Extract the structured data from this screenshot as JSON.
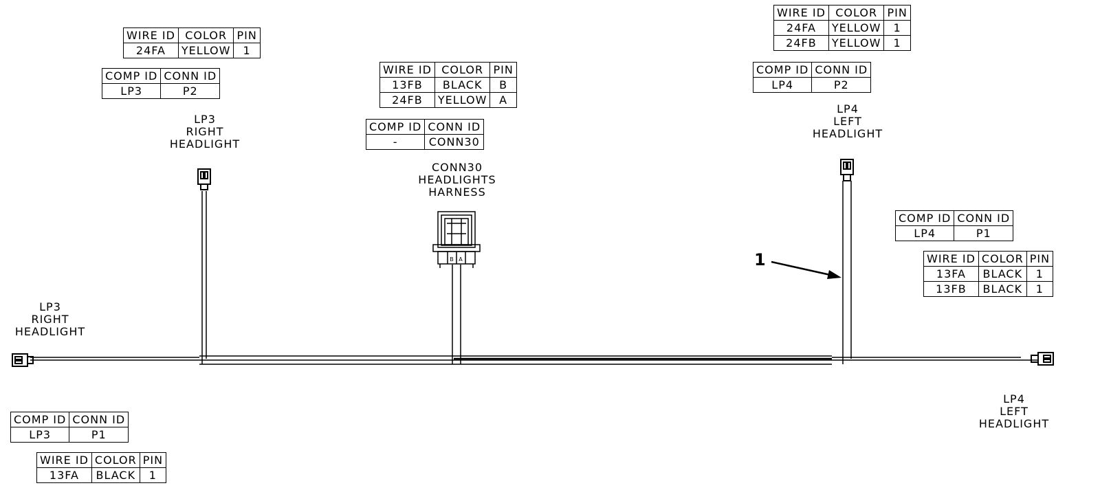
{
  "callout_number": "1",
  "labels": {
    "lp3_top": "LP3\nRIGHT\nHEADLIGHT",
    "lp3_left": "LP3\nRIGHT\nHEADLIGHT",
    "conn30": "CONN30\nHEADLIGHTS\nHARNESS",
    "lp4_top": "LP4\nLEFT\nHEADLIGHT",
    "lp4_right": "LP4\nLEFT\nHEADLIGHT"
  },
  "tables": {
    "lp3_top_wire": {
      "headers": [
        "WIRE ID",
        "COLOR",
        "PIN"
      ],
      "rows": [
        [
          "24FA",
          "YELLOW",
          "1"
        ]
      ]
    },
    "lp3_top_comp": {
      "headers": [
        "COMP ID",
        "CONN ID"
      ],
      "rows": [
        [
          "LP3",
          "P2"
        ]
      ]
    },
    "conn30_wire": {
      "headers": [
        "WIRE ID",
        "COLOR",
        "PIN"
      ],
      "rows": [
        [
          "13FB",
          "BLACK",
          "B"
        ],
        [
          "24FB",
          "YELLOW",
          "A"
        ]
      ]
    },
    "conn30_comp": {
      "headers": [
        "COMP ID",
        "CONN ID"
      ],
      "rows": [
        [
          "-",
          "CONN30"
        ]
      ]
    },
    "lp4_top_wire": {
      "headers": [
        "WIRE ID",
        "COLOR",
        "PIN"
      ],
      "rows": [
        [
          "24FA",
          "YELLOW",
          "1"
        ],
        [
          "24FB",
          "YELLOW",
          "1"
        ]
      ]
    },
    "lp4_top_comp": {
      "headers": [
        "COMP ID",
        "CONN ID"
      ],
      "rows": [
        [
          "LP4",
          "P2"
        ]
      ]
    },
    "lp4_right_comp": {
      "headers": [
        "COMP ID",
        "CONN ID"
      ],
      "rows": [
        [
          "LP4",
          "P1"
        ]
      ]
    },
    "lp4_right_wire": {
      "headers": [
        "WIRE ID",
        "COLOR",
        "PIN"
      ],
      "rows": [
        [
          "13FA",
          "BLACK",
          "1"
        ],
        [
          "13FB",
          "BLACK",
          "1"
        ]
      ]
    },
    "lp3_left_comp": {
      "headers": [
        "COMP ID",
        "CONN ID"
      ],
      "rows": [
        [
          "LP3",
          "P1"
        ]
      ]
    },
    "lp3_left_wire": {
      "headers": [
        "WIRE ID",
        "COLOR",
        "PIN"
      ],
      "rows": [
        [
          "13FA",
          "BLACK",
          "1"
        ]
      ]
    }
  },
  "connector_pins": [
    "B",
    "A"
  ]
}
